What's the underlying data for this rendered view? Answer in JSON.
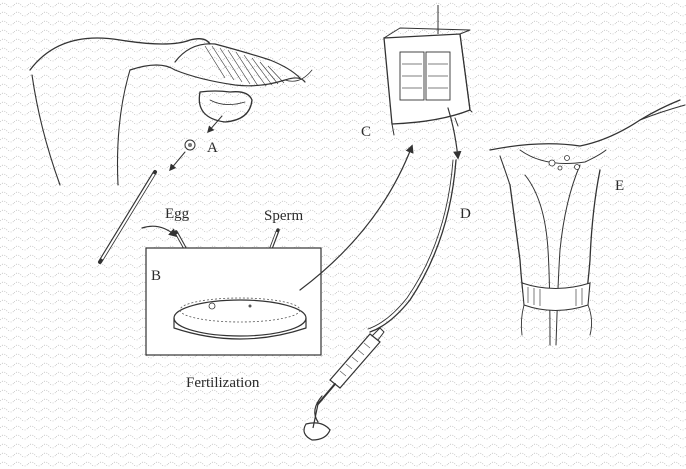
{
  "labels": {
    "a": "A",
    "b": "B",
    "c": "C",
    "d": "D",
    "e": "E",
    "egg": "Egg",
    "sperm": "Sperm",
    "fertilization": "Fertilization"
  },
  "colors": {
    "ink": "#333333",
    "stipple": "#8a8a8a",
    "background": "#ffffff"
  }
}
